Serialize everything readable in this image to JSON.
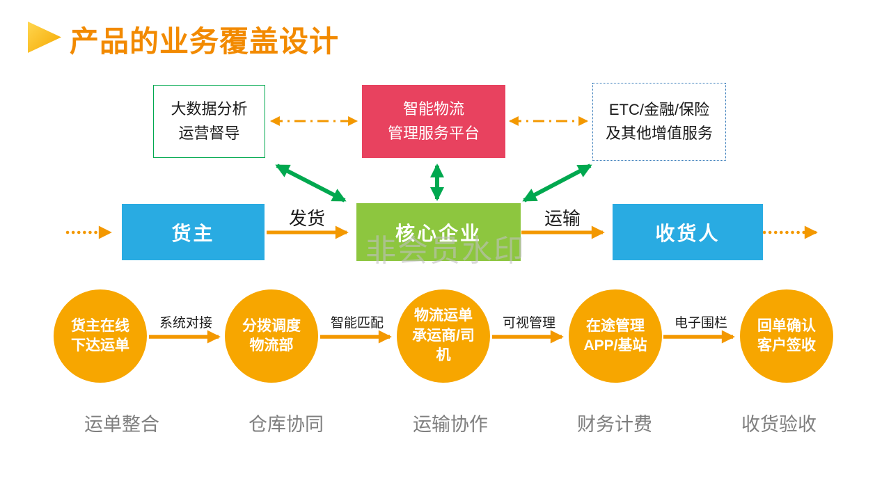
{
  "slide": {
    "title": "产品的业务覆盖设计",
    "watermark": "非会员水印"
  },
  "top_row": {
    "analysis_box": {
      "line1": "大数据分析",
      "line2": "运营督导"
    },
    "platform_box": {
      "line1": "智能物流",
      "line2": "管理服务平台"
    },
    "services_box": {
      "line1": "ETC/金融/保险",
      "line2": "及其他增值服务"
    }
  },
  "flow_row": {
    "shipper": "货主",
    "core_enterprise": "核心企业",
    "consignee": "收货人",
    "ship_arrow_label": "发货",
    "transport_arrow_label": "运输"
  },
  "process_row": {
    "steps": [
      {
        "line1": "货主在线",
        "line2": "下达运单"
      },
      {
        "line1": "分拨调度",
        "line2": "物流部"
      },
      {
        "line1": "物流运单",
        "line2": "承运商/司机"
      },
      {
        "line1": "在途管理",
        "line2": "APP/基站"
      },
      {
        "line1": "回单确认",
        "line2": "客户签收"
      }
    ],
    "arrow_labels": [
      "系统对接",
      "智能匹配",
      "可视管理",
      "电子围栏"
    ],
    "category_labels": [
      "运单整合",
      "仓库协同",
      "运输协作",
      "财务计费",
      "收货验收"
    ]
  },
  "colors": {
    "title_orange": "#F28A00",
    "arrow_orange": "#F39800",
    "circle_orange": "#F7A600",
    "platform_red": "#E8425F",
    "core_green": "#8DC63F",
    "link_green": "#00A84F",
    "node_blue": "#29ABE2",
    "footer_gray": "#7F7F7F"
  }
}
